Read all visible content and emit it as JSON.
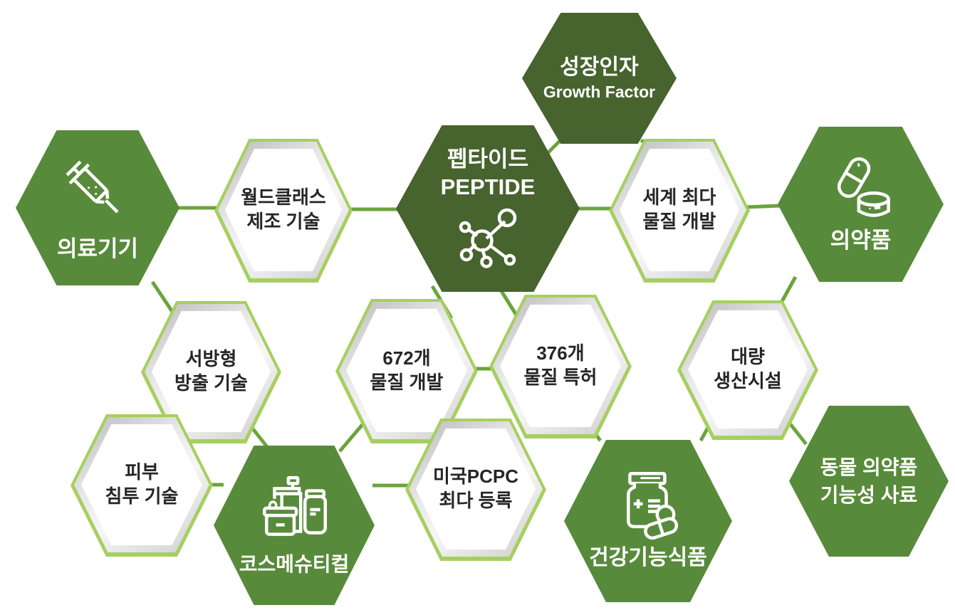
{
  "diagram": {
    "type": "hexagon-network-infographic",
    "language": "ko",
    "description": "Peptide business-area hexagon diagram"
  },
  "colors": {
    "dark_green": "#47632e",
    "mid_green": "#588a3b",
    "lime_accent": "#a6cf5f",
    "connector_green": "#6ba33c",
    "label_dark": "#262626",
    "label_white": "#ffffff",
    "hex_ring_gray": "#d9d9d9"
  },
  "nodes": {
    "peptide": {
      "line1": "펩타이드",
      "line2": "PEPTIDE",
      "icon": "molecule-icon",
      "style": "dark-green"
    },
    "growth_factor": {
      "line1": "성장인자",
      "line2": "Growth Factor",
      "style": "dark-green"
    },
    "medical_device": {
      "label": "의료기기",
      "icon": "syringe-icon",
      "style": "green"
    },
    "pharmaceuticals": {
      "label": "의약품",
      "icon": "pills-icon",
      "style": "green"
    },
    "world_class": {
      "line1": "월드클래스",
      "line2": "제조 기술",
      "style": "white"
    },
    "most_substances": {
      "line1": "세계 최다",
      "line2": "물질 개발",
      "style": "white"
    },
    "sustained_release": {
      "line1": "서방형",
      "line2": "방출 기술",
      "style": "white"
    },
    "dev_672": {
      "line1": "672개",
      "line2": "물질 개발",
      "style": "white"
    },
    "patent_376": {
      "line1": "376개",
      "line2": "물질 특허",
      "style": "white"
    },
    "mass_production": {
      "line1": "대량",
      "line2": "생산시설",
      "style": "white"
    },
    "skin_penetration": {
      "line1": "피부",
      "line2": "침투 기술",
      "style": "white"
    },
    "us_pcpc": {
      "line1": "미국PCPC",
      "line2": "최다 등록",
      "style": "white"
    },
    "cosmeceutical": {
      "label": "코스메슈티컬",
      "icon": "cosmetics-icon",
      "style": "green"
    },
    "health_food": {
      "label": "건강기능식품",
      "icon": "supplement-jar-icon",
      "style": "green"
    },
    "animal_feed": {
      "line1": "동물 의약품",
      "line2": "기능성 사료",
      "style": "green"
    }
  }
}
